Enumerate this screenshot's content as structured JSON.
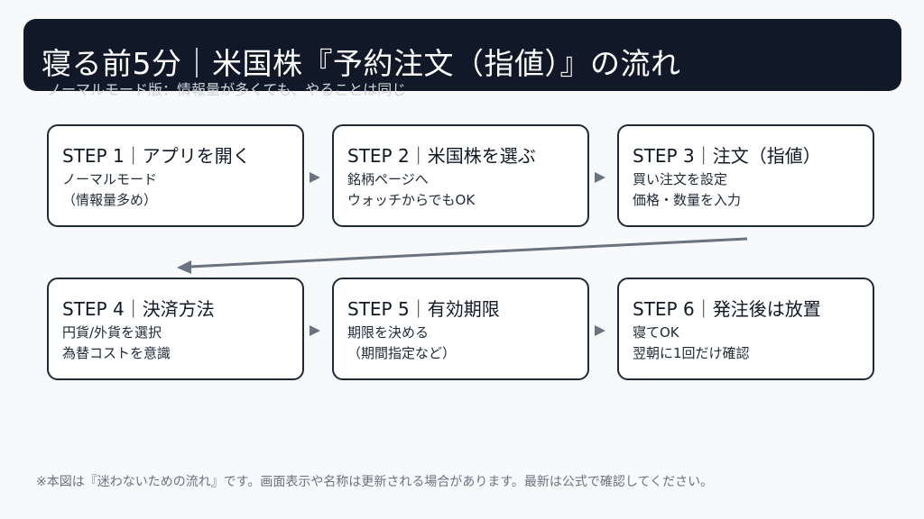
{
  "header": {
    "title": "寝る前5分｜米国株『予約注文（指値）』の流れ",
    "subtitle": "ノーマルモード版：情報量が多くても、やることは同じ"
  },
  "steps": [
    {
      "title": "STEP 1｜アプリを開く",
      "line1": "ノーマルモード",
      "line2": "（情報量多め）"
    },
    {
      "title": "STEP 2｜米国株を選ぶ",
      "line1": "銘柄ページへ",
      "line2": "ウォッチからでもOK"
    },
    {
      "title": "STEP 3｜注文（指値）",
      "line1": "買い注文を設定",
      "line2": "価格・数量を入力"
    },
    {
      "title": "STEP 4｜決済方法",
      "line1": "円貨/外貨を選択",
      "line2": "為替コストを意識"
    },
    {
      "title": "STEP 5｜有効期限",
      "line1": "期限を決める",
      "line2": "（期間指定など）"
    },
    {
      "title": "STEP 6｜発注後は放置",
      "line1": "寝てOK",
      "line2": "翌朝に1回だけ確認"
    }
  ],
  "footer": "※本図は『迷わないための流れ』です。画面表示や名称は更新される場合があります。最新は公式で確認してください。",
  "colors": {
    "header_bg": "#111827",
    "arrow": "#6b7280",
    "border": "#1f2937"
  }
}
